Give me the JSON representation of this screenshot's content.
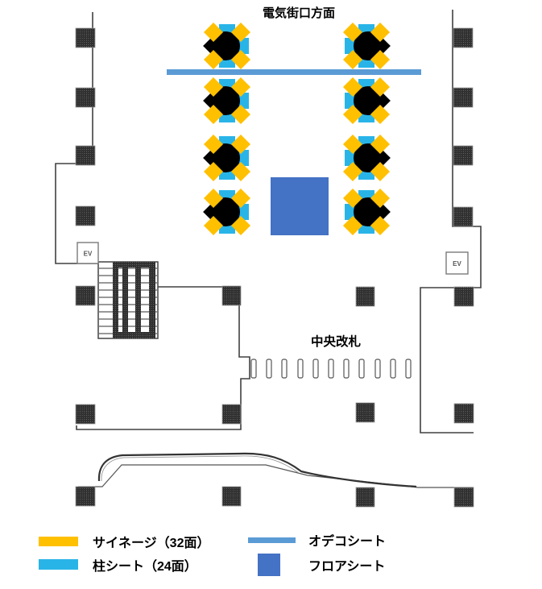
{
  "title": "電気街口方面",
  "central_gate_label": "中央改札",
  "elevator_label": "EV",
  "colors": {
    "signage": "#FFC000",
    "pillar_sheet": "#29B4E8",
    "odeko_sheet": "#5B9BD5",
    "floor_sheet": "#4472C4",
    "marker_core": "#000000",
    "wall": "#404040"
  },
  "legend": {
    "items": [
      {
        "id": "signage",
        "label": "サイネージ（32面）"
      },
      {
        "id": "pillar-sheet",
        "label": "柱シート（24面）"
      },
      {
        "id": "odeko-sheet",
        "label": "オデコシート"
      },
      {
        "id": "floor-sheet",
        "label": "フロアシート"
      }
    ]
  },
  "map": {
    "pillar_marker_count": 8,
    "ticket_gate_count": 11,
    "elevator_count": 2
  }
}
